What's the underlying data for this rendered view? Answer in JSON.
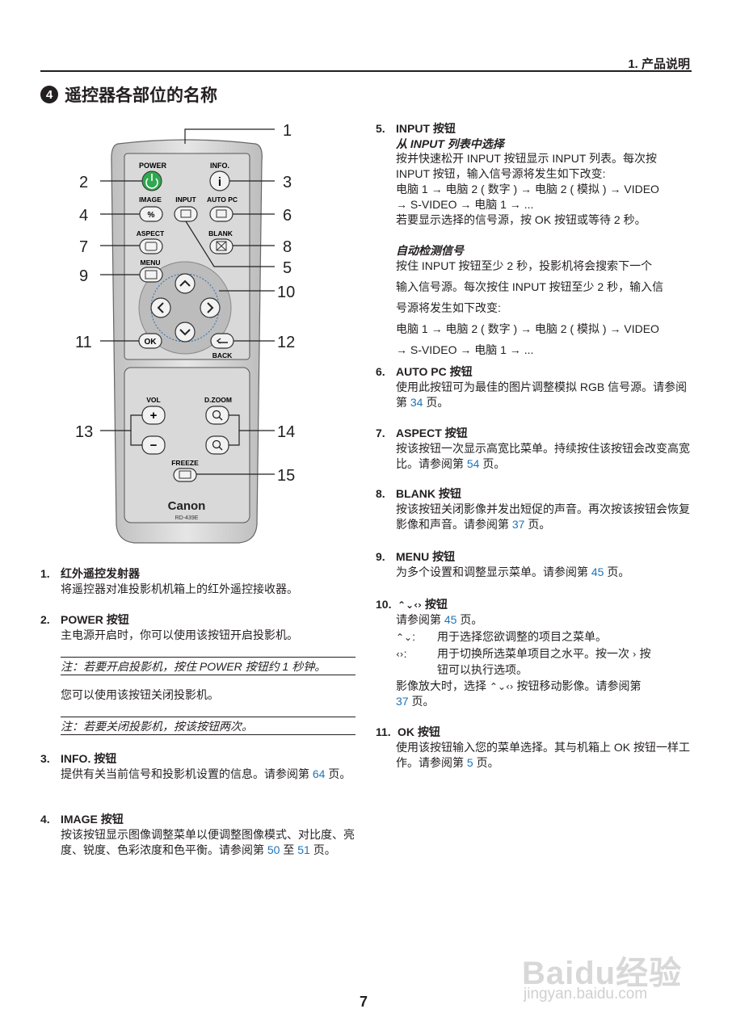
{
  "header": {
    "title": "1. 产品说明"
  },
  "section": {
    "number": "4",
    "title": "遥控器各部位的名称"
  },
  "diagram": {
    "callouts": [
      "1",
      "2",
      "3",
      "4",
      "5",
      "6",
      "7",
      "8",
      "9",
      "10",
      "11",
      "12",
      "13",
      "14",
      "15"
    ],
    "buttons": {
      "power": "POWER",
      "info": "INFO.",
      "image": "IMAGE",
      "input": "INPUT",
      "autopc": "AUTO PC",
      "aspect": "ASPECT",
      "blank": "BLANK",
      "menu": "MENU",
      "ok": "OK",
      "back": "BACK",
      "vol": "VOL",
      "dzoom": "D.ZOOM",
      "freeze": "FREEZE"
    },
    "brand": "Canon",
    "model": "RD-439E"
  },
  "left_items": [
    {
      "num": "1.",
      "title": "红外遥控发射器",
      "body": "将遥控器对准投影机机箱上的红外遥控接收器。"
    },
    {
      "num": "2.",
      "title": "POWER 按钮",
      "body": "主电源开启时，你可以使用该按钮开启投影机。",
      "note1": "注：若要开启投影机，按住 POWER 按钮约 1 秒钟。",
      "body2": "您可以使用该按钮关闭投影机。",
      "note2": "注：若要关闭投影机，按该按钮两次。"
    },
    {
      "num": "3.",
      "title": "INFO. 按钮",
      "body": "提供有关当前信号和投影机设置的信息。请参阅第",
      "link": "64",
      "tail": "页。"
    },
    {
      "num": "4.",
      "title": "IMAGE 按钮",
      "body": "按该按钮显示图像调整菜单以便调整图像模式、对比度、亮度、锐度、色彩浓度和色平衡。请参阅第",
      "link": "50",
      "mid": "至",
      "link2": "51",
      "tail": "页。"
    }
  ],
  "right_items": {
    "item5": {
      "num": "5.",
      "title": "INPUT 按钮",
      "sub1": "从 INPUT 列表中选择",
      "p1": "按并快速松开 INPUT 按钮显示 INPUT 列表。每次按 INPUT 按钮，输入信号源将发生如下改变:",
      "seq1a": "电脑 1 → 电脑 2 ( 数字 ) → 电脑 2 ( 模拟 ) → VIDEO",
      "seq1b": "→ S-VIDEO → 电脑 1 → ...",
      "p2": "若要显示选择的信号源，按 OK 按钮或等待 2 秒。",
      "sub2": "自动检测信号",
      "p3": "按住 INPUT 按钮至少 2 秒，投影机将会搜索下一个",
      "p4": "输入信号源。每次按住 INPUT 按钮至少 2 秒，输入信",
      "p5": "号源将发生如下改变:",
      "seq2a": "电脑 1 → 电脑 2 ( 数字 ) → 电脑 2 ( 模拟 ) → VIDEO",
      "seq2b": "→ S-VIDEO → 电脑 1 → ..."
    },
    "item6": {
      "num": "6.",
      "title": "AUTO PC 按钮",
      "body": "使用此按钮可为最佳的图片调整模拟 RGB 信号源。请参阅第",
      "link": "34",
      "tail": "页。"
    },
    "item7": {
      "num": "7.",
      "title": "ASPECT 按钮",
      "body": "按该按钮一次显示高宽比菜单。持续按住该按钮会改变高宽比。请参阅第",
      "link": "54",
      "tail": "页。"
    },
    "item8": {
      "num": "8.",
      "title": "BLANK 按钮",
      "body": "按该按钮关闭影像并发出短促的声音。再次按该按钮会恢复影像和声音。请参阅第",
      "link": "37",
      "tail": "页。"
    },
    "item9": {
      "num": "9.",
      "title": "MENU 按钮",
      "body": "为多个设置和调整显示菜单。请参阅第",
      "link": "45",
      "tail": "页。"
    },
    "item10": {
      "num": "10.",
      "title": "按钮",
      "body": "请参阅第",
      "link": "45",
      "tail": "页。",
      "ud_desc": "用于选择您欲调整的项目之菜单。",
      "lr_desc1": "用于切换所选菜单项目之水平。按一次",
      "lr_desc2": "按",
      "lr_desc3": "钮可以执行选项。",
      "zoom1": "影像放大时，选择",
      "zoom2": "按钮移动影像。请参阅第",
      "zoom_link": "37",
      "zoom_tail": "页。"
    },
    "item11": {
      "num": "11.",
      "title": "OK 按钮",
      "body": "使用该按钮输入您的菜单选择。其与机箱上 OK 按钮一样工作。请参阅第",
      "link": "5",
      "tail": "页。"
    }
  },
  "page_number": "7",
  "watermark": {
    "logo": "Baidu经验",
    "url": "jingyan.baidu.com"
  }
}
